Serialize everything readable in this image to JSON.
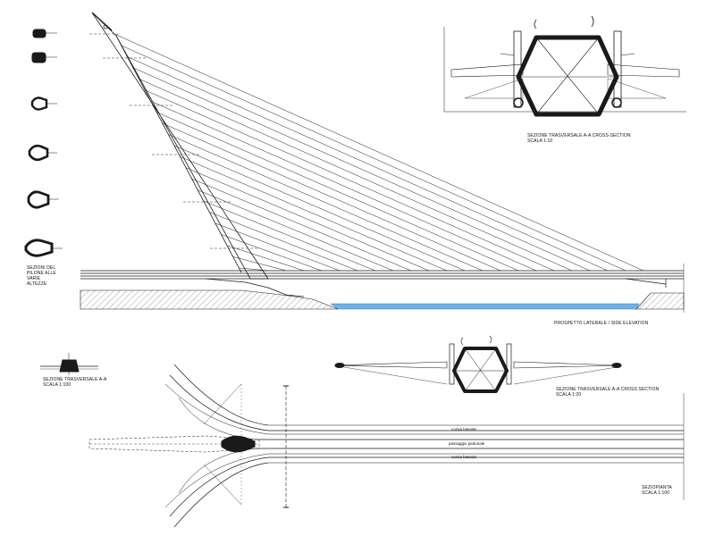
{
  "drawing": {
    "labels": {
      "pylon_sections": [
        "SEZIONI DEL",
        "PILONE ALLE",
        "VARIE",
        "ALTEZZE"
      ],
      "cross_section_large": [
        "SEZIONE TRASVERSALE A-A CROSS-SECTION",
        "SCALA 1:10"
      ],
      "side_elevation": "PROSPETTO LATERALE / SIDE ELEVATION",
      "cross_section_small": [
        "SEZIONE TRASVERSALE A-A",
        "SCALA 1:100"
      ],
      "cross_section_mid": [
        "SEZIONE TRASVERSALE A-A CROSS SECTION",
        "SCALA 1:20"
      ],
      "plan": [
        "SEZIOPIANTA",
        "SCALA 1:100"
      ]
    },
    "plan_lanes": [
      "corsia laterale",
      "passaggio pedonale",
      "corsia laterale"
    ],
    "colors": {
      "line": "#1a1a1a",
      "water": "#6fb3e6",
      "hatch": "#555555",
      "dim": "#333333"
    }
  }
}
